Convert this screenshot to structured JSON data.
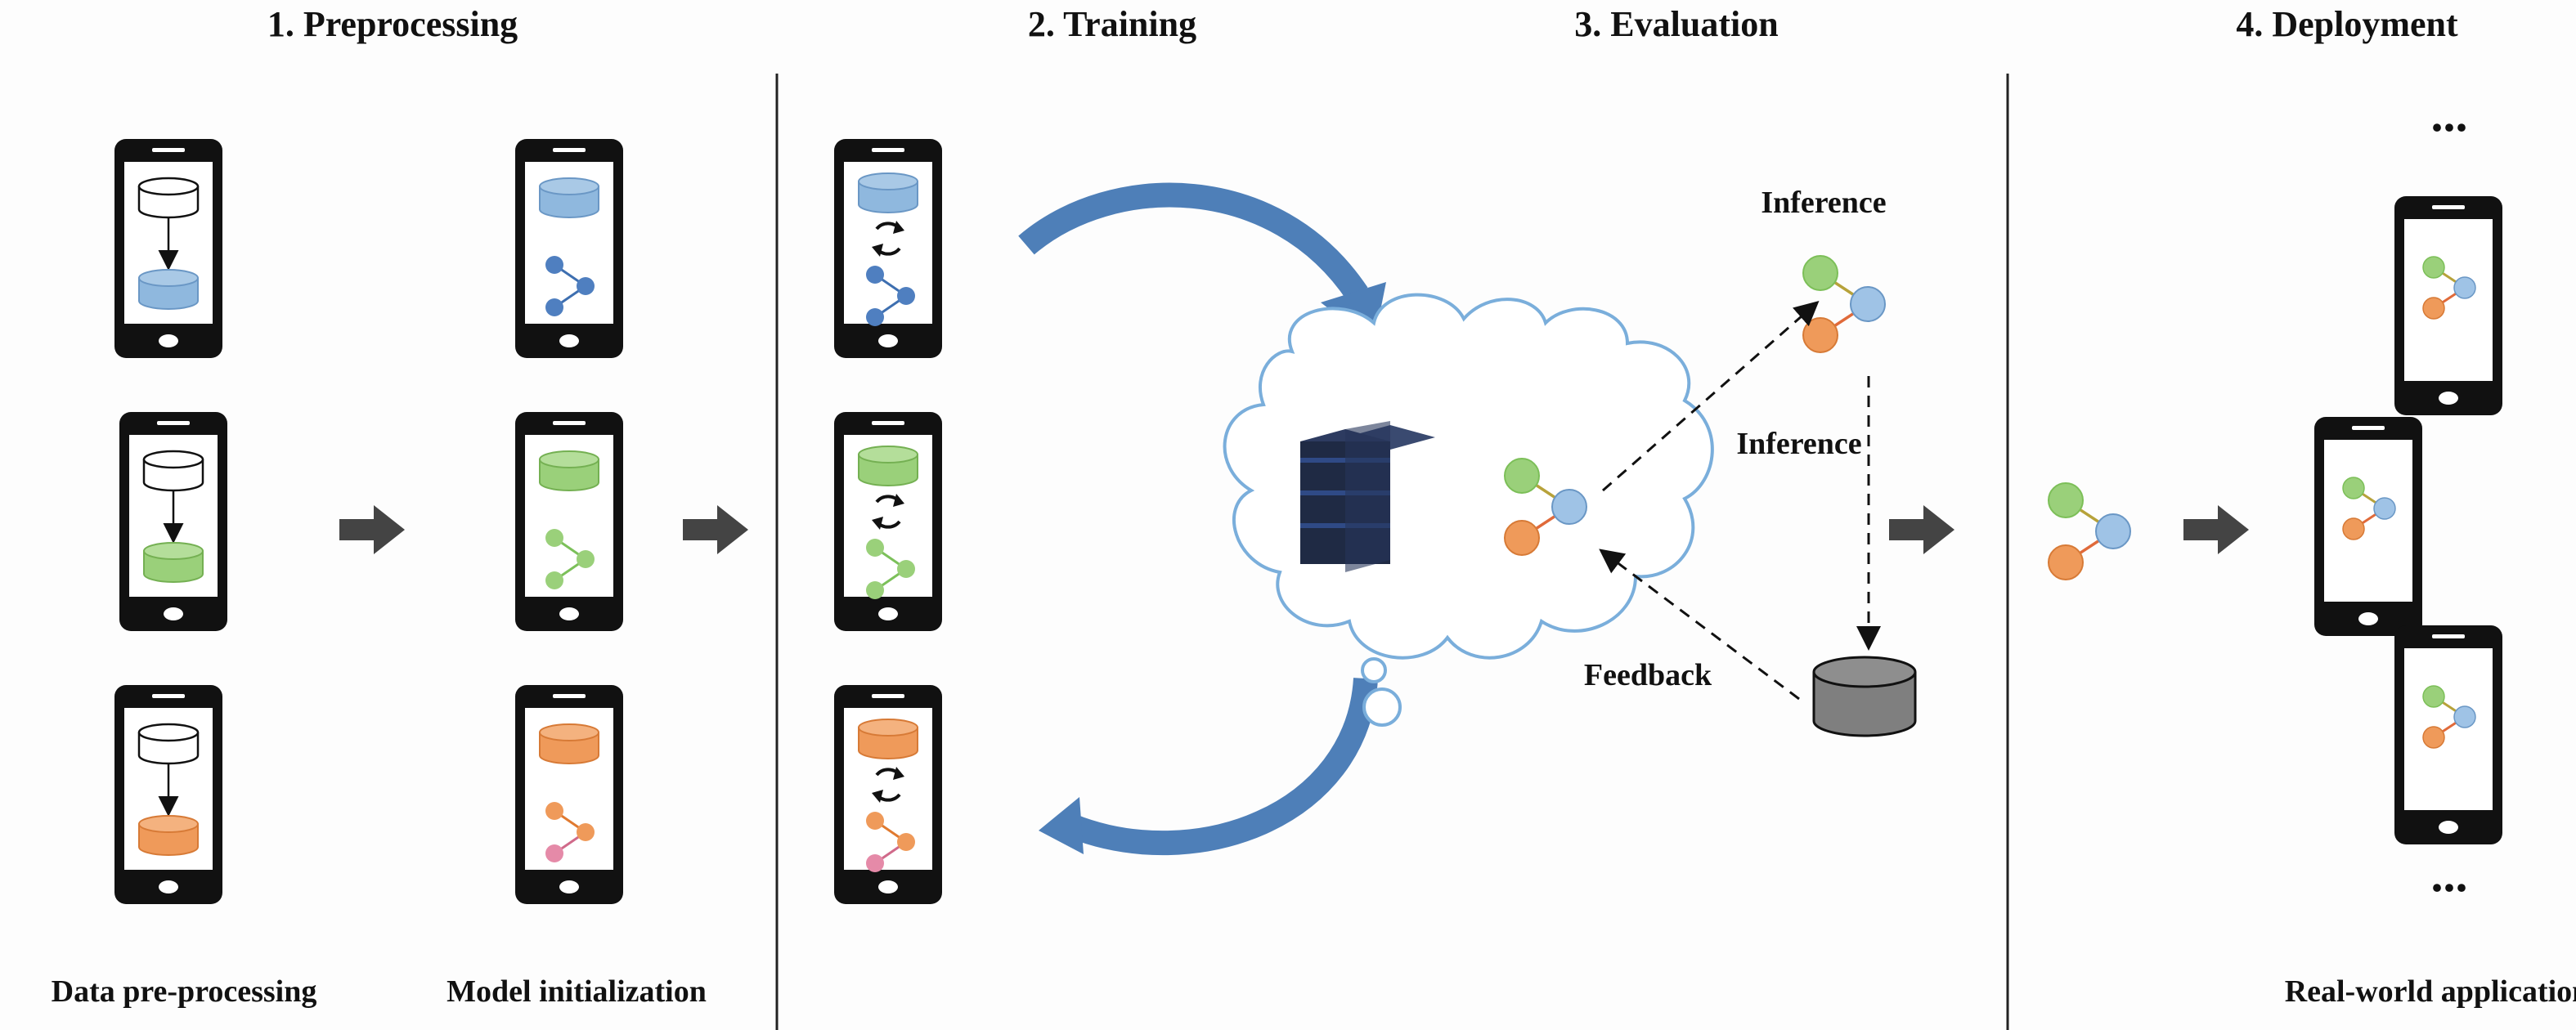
{
  "sections": {
    "preprocessing": "1. Preprocessing",
    "training": "2. Training",
    "evaluation": "3. Evaluation",
    "deployment": "4. Deployment"
  },
  "captions": {
    "data_preprocessing": "Data pre-processing",
    "model_initialization": "Model initialization",
    "real_world_application": "Real-world application"
  },
  "evaluation_labels": {
    "inference_top": "Inference",
    "inference_side": "Inference",
    "feedback": "Feedback"
  },
  "ellipsis": "...",
  "colors": {
    "blue": "#8fb8de",
    "green": "#9ad07a",
    "orange": "#ef9a5a",
    "phone": "#111111",
    "cloud_stroke": "#7aaedb",
    "arrow_curve": "#4e7fb8",
    "gray_db": "#7f7f7f",
    "server": "#1f2a44"
  },
  "icons": [
    "smartphone-icon",
    "database-icon",
    "model-graph-icon",
    "sync-icon",
    "cloud-icon",
    "server-icon",
    "arrow-icon"
  ]
}
